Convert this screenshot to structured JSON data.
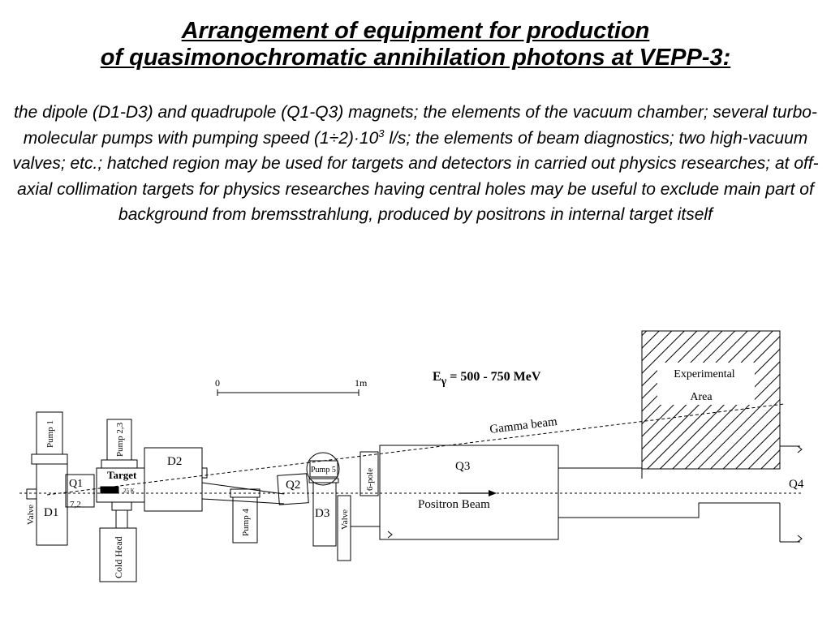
{
  "title": {
    "line1": "Arrangement of equipment for production",
    "line2": "of quasimonochromatic annihilation photons at VEPP-3:"
  },
  "description": {
    "before_exp": "the dipole (D1-D3) and quadrupole (Q1-Q3) magnets; the elements of  the vacuum chamber; several turbo-molecular pumps with pumping speed (1÷2)·10",
    "exponent": "3",
    "after_exp": " l/s; the elements of beam diagnostics; two high-vacuum valves; etc.; hatched region may be used for targets and detectors in carried out physics researches; at off-axial collimation targets for physics researches having central holes may be useful to exclude main part of background from bremsstrahlung, produced by positrons in internal target itself"
  },
  "diagram": {
    "energy": {
      "prefix": "E",
      "subscript": "γ",
      "value": " = 500  - 750 MeV"
    },
    "scale": {
      "start": "0",
      "end": "1m"
    },
    "experimental_area": {
      "line1": "Experimental",
      "line2": "Area"
    },
    "gamma_beam": "Gamma beam",
    "positron_beam": "Positron Beam",
    "labels": {
      "d1": "D1",
      "d2": "D2",
      "d3": "D3",
      "q1": "Q1",
      "q2": "Q2",
      "q3": "Q3",
      "q4": "Q4",
      "pump1": "Pump 1",
      "pump23": "Pump 2,3",
      "pump4": "Pump 4",
      "pump5": "Pump 5",
      "target": "Target",
      "temp": "25 K",
      "angle": "7,2",
      "cold_head": "Cold Head",
      "valve_left": "Valve",
      "valve_right": "Valve",
      "sixpole": "6-pole"
    }
  }
}
